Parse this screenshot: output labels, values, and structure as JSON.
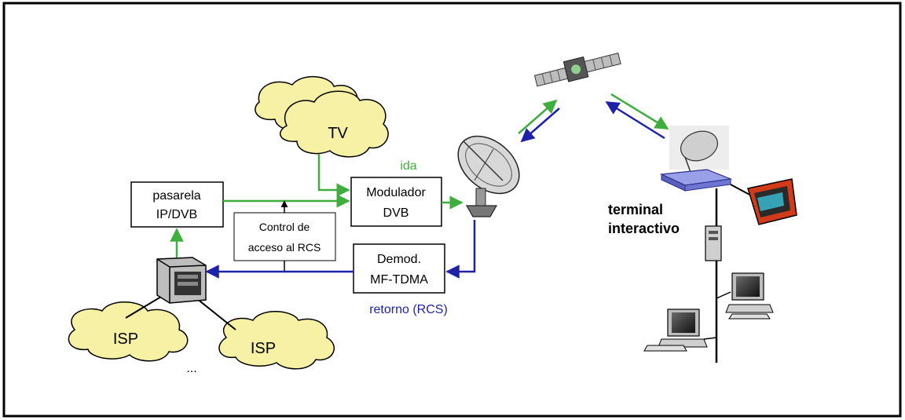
{
  "colors": {
    "green": "#3fae3f",
    "blue": "#1e22a8",
    "cloud_fill": "#f7f1a6",
    "border": "#000000"
  },
  "labels": {
    "tv": "TV",
    "isp_left": "ISP",
    "isp_right": "ISP",
    "ellipsis": "...",
    "pasarela_line1": "pasarela",
    "pasarela_line2": "IP/DVB",
    "modulador_line1": "Modulador",
    "modulador_line2": "DVB",
    "control_line1": "Control de",
    "control_line2": "acceso al RCS",
    "demod_line1": "Demod.",
    "demod_line2": "MF-TDMA",
    "ida": "ida",
    "retorno": "retorno (RCS)",
    "terminal_line1": "terminal",
    "terminal_line2": "interactivo"
  },
  "icons": [
    "satellite-icon",
    "dish-antenna-icon",
    "server-icon",
    "router-icon",
    "tv-icon",
    "desktop-computer-icon"
  ]
}
